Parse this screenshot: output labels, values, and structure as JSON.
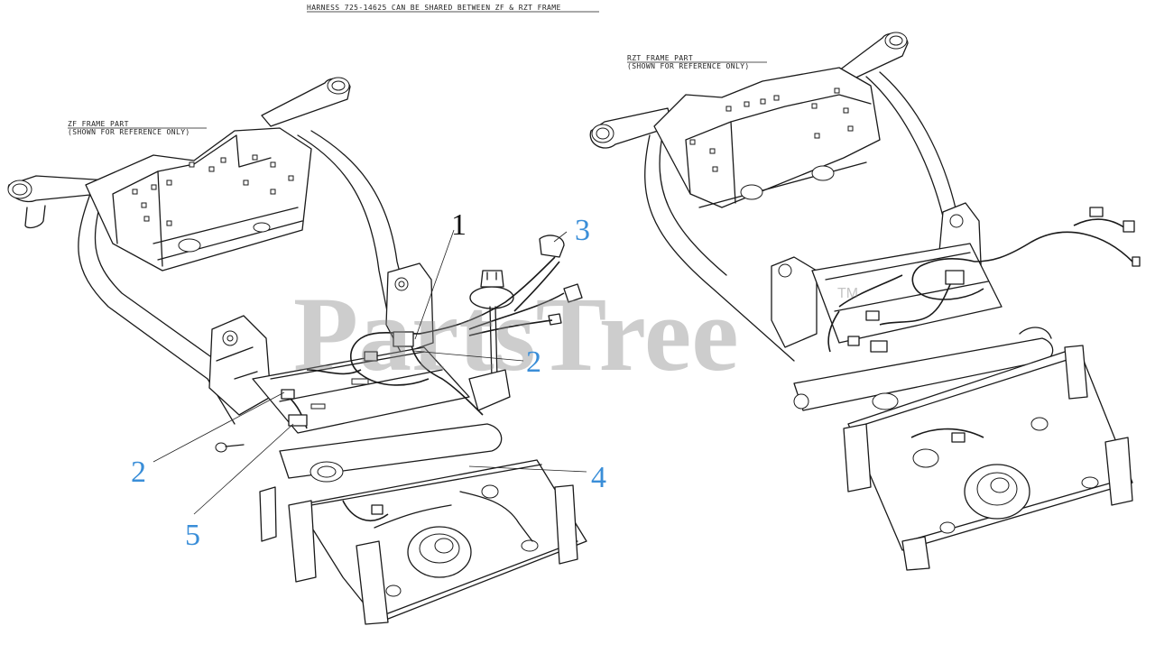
{
  "header_note": "HARNESS 725-14625 CAN BE SHARED BETWEEN ZF & RZT FRAME",
  "zf_label": {
    "line1": "ZF FRAME PART",
    "line2": "(SHOWN FOR REFERENCE ONLY)"
  },
  "rzt_label": {
    "line1": "RZT FRAME PART",
    "line2": "(SHOWN FOR REFERENCE ONLY)"
  },
  "callouts": [
    {
      "id": "1",
      "color": "#111111"
    },
    {
      "id": "3",
      "color": "#3a8ed8"
    },
    {
      "id": "2",
      "color": "#3a8ed8"
    },
    {
      "id": "2",
      "color": "#3a8ed8"
    },
    {
      "id": "4",
      "color": "#3a8ed8"
    },
    {
      "id": "5",
      "color": "#3a8ed8"
    }
  ],
  "watermark": {
    "text": "PartsTree",
    "trademark": "TM"
  }
}
